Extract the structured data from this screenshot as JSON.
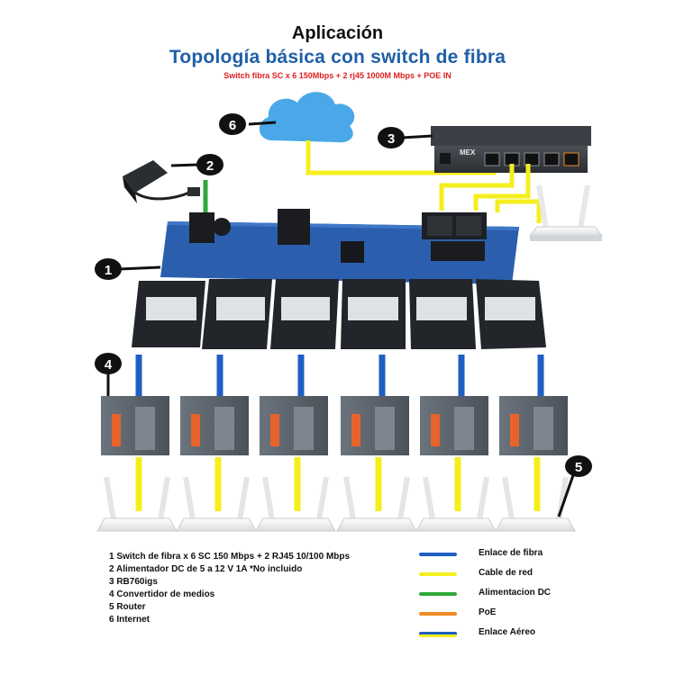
{
  "header": {
    "title": "Aplicación",
    "subtitle": "Topología básica con switch de fibra",
    "spec": "Switch fibra SC x 6 150Mbps + 2 rj45 1000M  Mbps + POE IN"
  },
  "callouts": {
    "switch": "1",
    "adapter": "2",
    "router_rb": "3",
    "converter": "4",
    "router": "5",
    "internet": "6"
  },
  "device_labels": {
    "rb_brand": "MEX"
  },
  "components": [
    {
      "label": "1 Switch de fibra x 6 SC 150 Mbps + 2 RJ45 10/100 Mbps"
    },
    {
      "label": "2 Alimentador DC de 5 a 12 V 1A *No incluido"
    },
    {
      "label": "3 RB760igs"
    },
    {
      "label": "4 Convertidor de medios"
    },
    {
      "label": "5 Router"
    },
    {
      "label": "6 Internet"
    }
  ],
  "link_legend": [
    {
      "label": "Enlace de fibra",
      "color": "#1f5fc4"
    },
    {
      "label": "Cable de red",
      "color": "#f5ee1e"
    },
    {
      "label": "Alimentacion DC",
      "color": "#2fa83a"
    },
    {
      "label": "PoE",
      "color": "#f08a24"
    },
    {
      "label": "Enlace Aéreo",
      "color": "#1f5fc4",
      "color2": "#f5ee1e"
    }
  ],
  "colors": {
    "fiber": "#1f5fc4",
    "network_cable": "#f5ee1e",
    "dc_power": "#2fa83a",
    "board": "#2b5fae",
    "cloud": "#4aa8e8",
    "converter_body": "#5d6670",
    "converter_tag": "#e8632c"
  },
  "icons": {
    "cloud": "cloud-icon",
    "router": "wifi-router-icon",
    "converter": "media-converter-icon",
    "switch": "fiber-switch-board-icon",
    "adapter": "power-adapter-icon"
  }
}
